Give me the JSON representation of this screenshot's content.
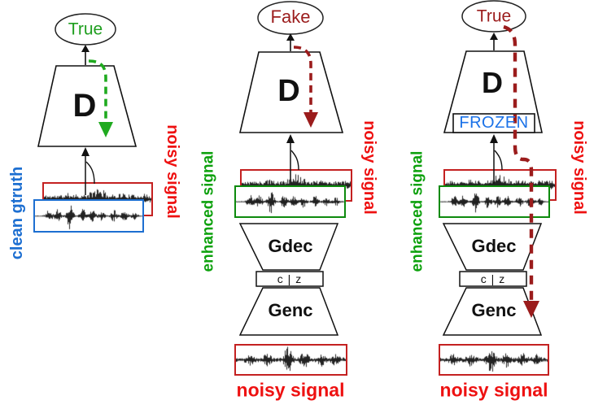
{
  "colors": {
    "green_accent": "#1e9e1e",
    "dark_red_accent": "#9b1c1c",
    "bright_red": "#ee1111",
    "blue_accent": "#1d6fd1",
    "frozen_blue": "#1b72e8",
    "red_box_border": "#c42121",
    "green_box_border": "#0d8a0d",
    "waveform_black": "#111111"
  },
  "panels": {
    "left": {
      "result_label": "True",
      "d_label": "D",
      "clean_label": "clean gtruth",
      "noisy_side_label": "noisy signal"
    },
    "middle": {
      "result_label": "Fake",
      "d_label": "D",
      "enhanced_label": "enhanced signal",
      "noisy_side_label": "noisy signal",
      "gdec_label": "Gdec",
      "cz_label": "c | z",
      "genc_label": "Genc",
      "bottom_label": "noisy signal"
    },
    "right": {
      "result_label": "True",
      "d_label": "D",
      "frozen_label": "FROZEN",
      "enhanced_label": "enhanced signal",
      "noisy_side_label": "noisy signal",
      "gdec_label": "Gdec",
      "cz_label": "c | z",
      "genc_label": "Genc",
      "bottom_label": "noisy signal"
    }
  }
}
